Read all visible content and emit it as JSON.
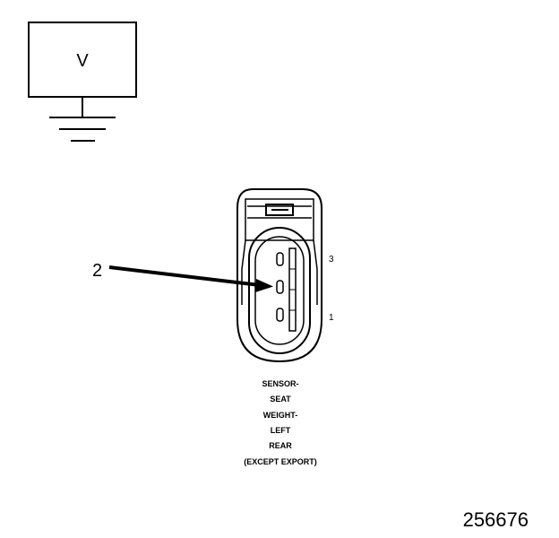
{
  "meter": {
    "symbol": "V"
  },
  "callout": {
    "number": "2"
  },
  "connector": {
    "pin_top": "3",
    "pin_bottom": "1"
  },
  "caption": {
    "lines": [
      "SENSOR-",
      "SEAT",
      "WEIGHT-",
      "LEFT",
      "REAR",
      "(EXCEPT EXPORT)"
    ]
  },
  "figure_id": "256676"
}
